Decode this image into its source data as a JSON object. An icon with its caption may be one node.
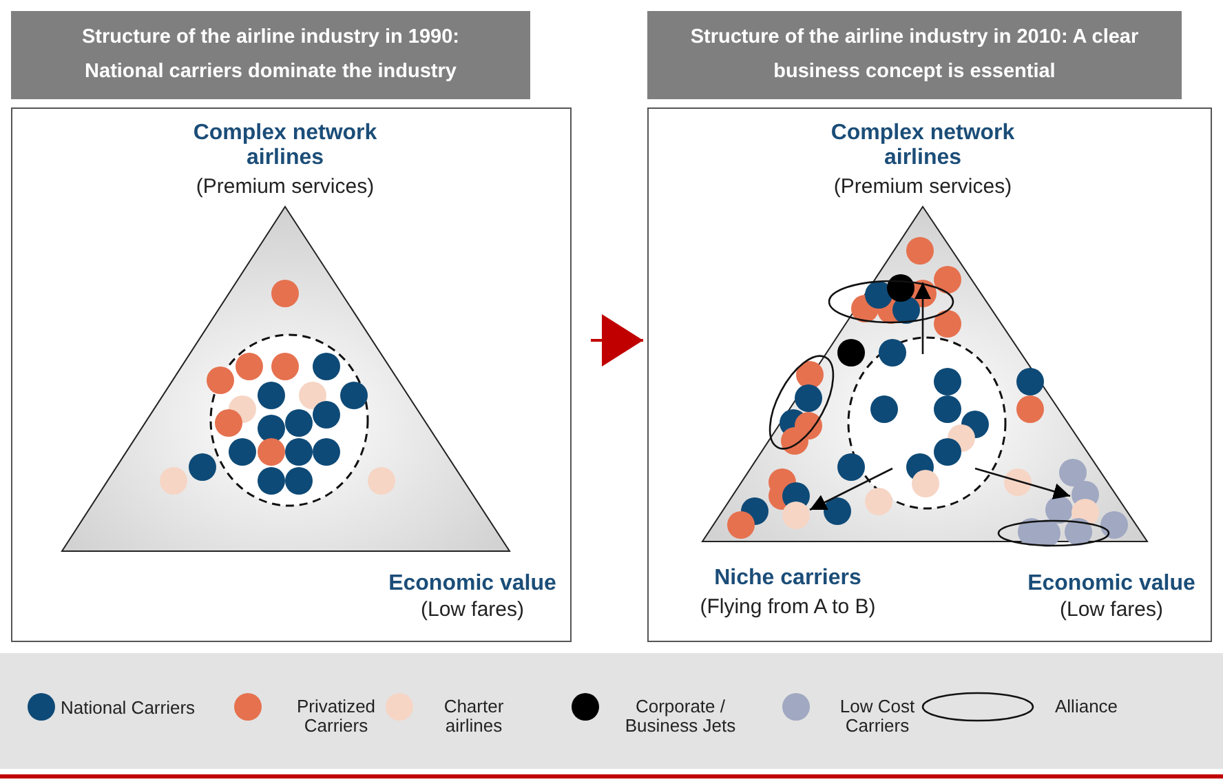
{
  "diagram": {
    "nodes": [
      {
        "text": [
          "Structure of the airline industry in 1990: National carriers dominate the industry"
        ]
      },
      {
        "text": [
          "Structure of the airline industry in 2010: A clear business concept is essential"
        ]
      }
    ],
    "edges": [
      {
        "from": 0,
        "to": 1,
        "arrow": "to",
        "color": "#c00000"
      }
    ],
    "labels": [
      "Complex network airlines",
      "(Premium services)",
      "Economic value",
      "(Low fares)",
      "Complex network airlines",
      "(Premium services)",
      "Niche carriers",
      "(Flying from A to B)",
      "Economic value",
      "(Low fares)"
    ],
    "legend": [
      {
        "text": "National Carriers",
        "color": "#0e4a77"
      },
      {
        "text": "Privatized Carriers",
        "color": "#e6714f"
      },
      {
        "text": "Charter airlines",
        "color": "#f6d5c5"
      },
      {
        "text": "Corporate / Business Jets",
        "color": "#000000"
      },
      {
        "text": "Low Cost Carriers",
        "color": "#a0a8c2"
      },
      {
        "text": "Alliance"
      }
    ]
  }
}
